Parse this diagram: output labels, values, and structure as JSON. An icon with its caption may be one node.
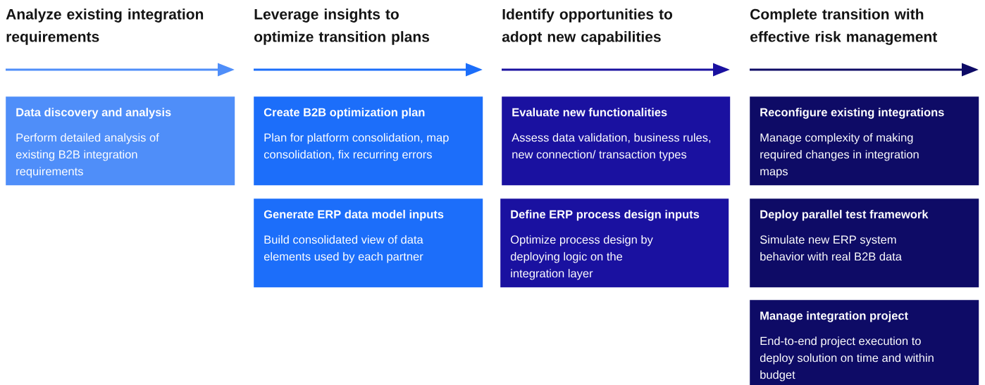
{
  "diagram": {
    "nodes": [
      {
        "text": [
          "Data discovery and analysis",
          "Perform detailed analysis of existing B2B integration requirements"
        ]
      },
      {
        "text": [
          "Create B2B optimization plan",
          "Plan for platform consolidation, map consolidation, fix recurring errors"
        ]
      },
      {
        "text": [
          "Generate ERP data model inputs",
          "Build consolidated view of data elements used by each partner"
        ]
      },
      {
        "text": [
          "Evaluate new functionalities",
          "Assess data validation, business rules, new connection/ transaction types"
        ]
      },
      {
        "text": [
          "Define ERP process design inputs",
          "Optimize process design by deploying logic on the integration layer"
        ]
      },
      {
        "text": [
          "Reconfigure existing integrations",
          "Manage complexity of making required changes in integration maps"
        ]
      },
      {
        "text": [
          "Deploy parallel test framework",
          "Simulate new ERP system behavior with real B2B data"
        ]
      },
      {
        "text": [
          "Manage integration project",
          "End-to-end project execution to deploy solution on time and within budget"
        ]
      }
    ],
    "labels": [
      "Analyze existing integration requirements",
      "Leverage insights to optimize transition plans",
      "Identify opportunities to adopt new capabilities",
      "Complete transition with effective risk management"
    ]
  }
}
